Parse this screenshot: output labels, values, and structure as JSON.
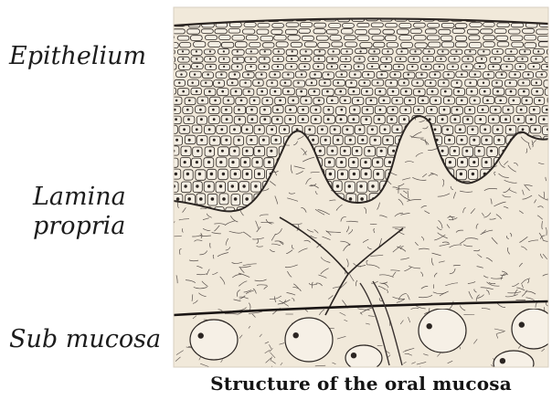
{
  "labels": {
    "epithelium": "Epithelium",
    "lamina_line1": "Lamina",
    "lamina_line2": "propria",
    "submucosa": "Sub mucosa"
  },
  "caption": "Structure of the oral mucosa",
  "colors": {
    "paper": "#f1e9da",
    "ink": "#2b2522",
    "fiber": "#5a524e",
    "cell_fill": "#f4eee3"
  }
}
